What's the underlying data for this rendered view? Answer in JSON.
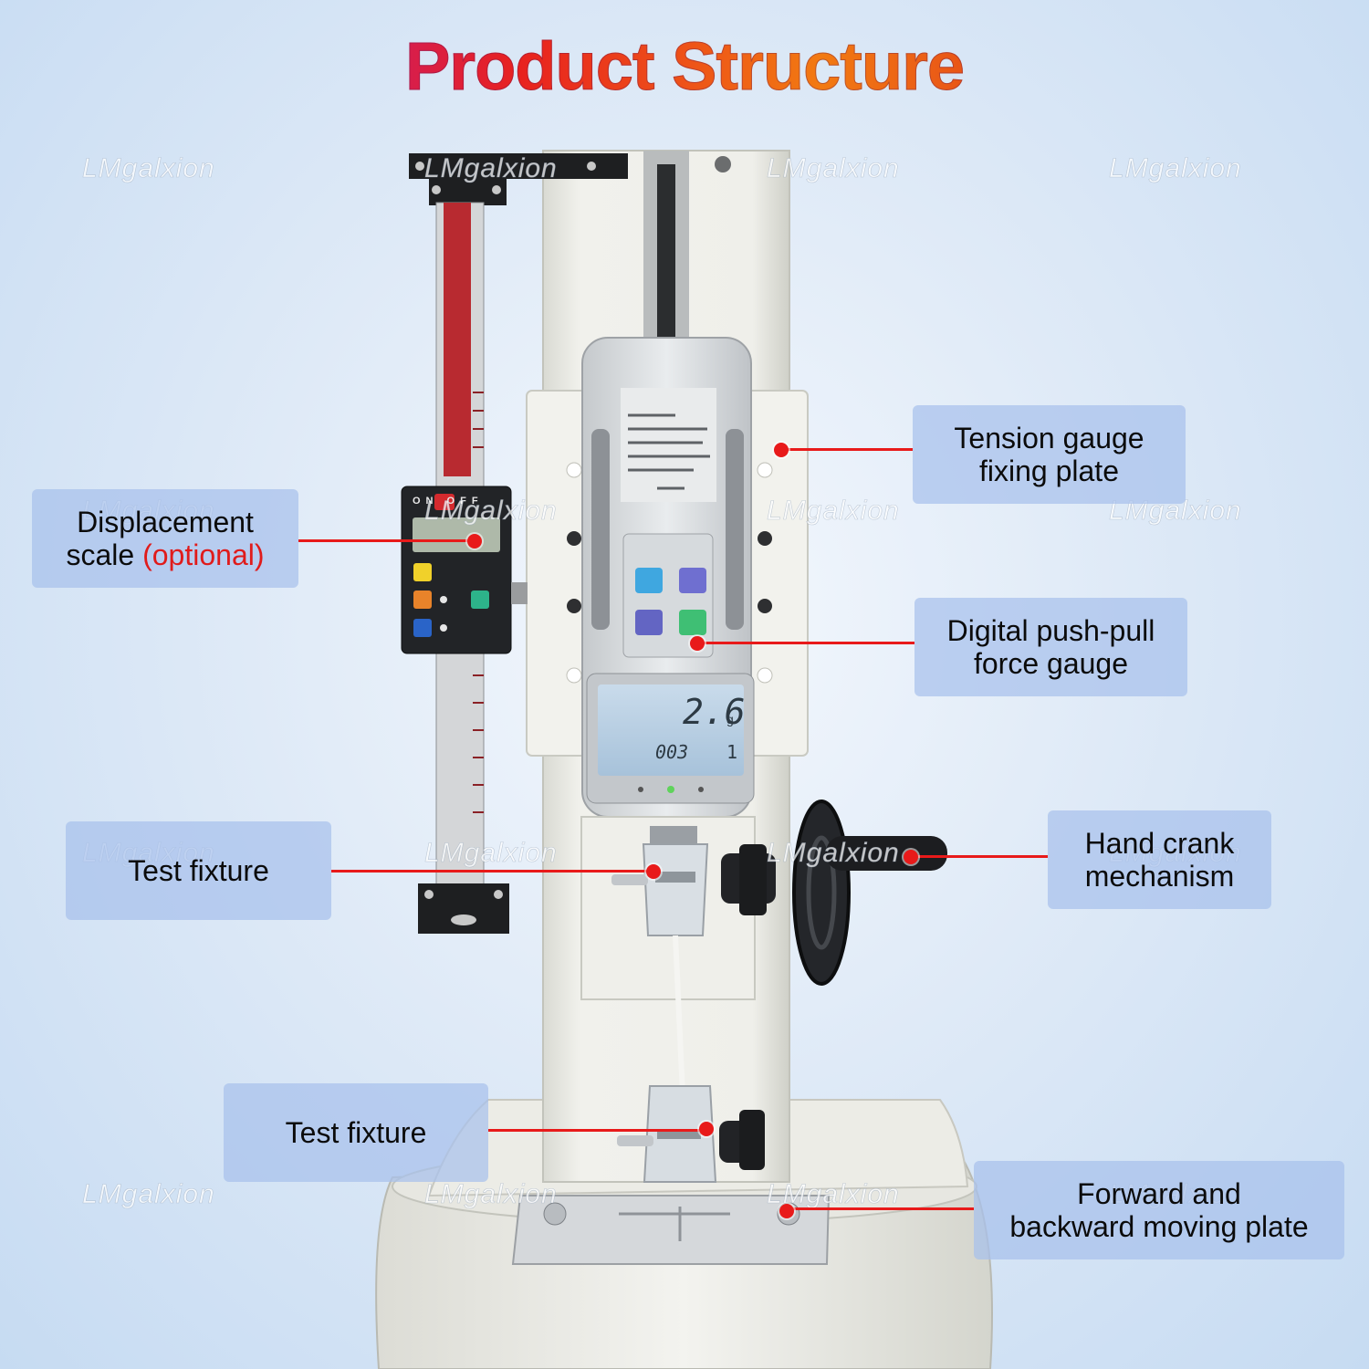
{
  "title": "Product Structure",
  "watermark": "LMgalxion",
  "gauge_display": {
    "reading": "2.6",
    "unit": "g",
    "count": "003",
    "channel": "1"
  },
  "scale_display": {
    "on_off": "ON OFF"
  },
  "labels": {
    "displacement_scale": {
      "line1": "Displacement",
      "line2": "scale",
      "optional": "(optional)"
    },
    "tension_plate": {
      "line1": "Tension gauge",
      "line2": "fixing plate"
    },
    "push_pull_gauge": {
      "line1": "Digital push-pull",
      "line2": "force gauge"
    },
    "test_fixture_upper": {
      "line1": "Test fixture"
    },
    "hand_crank": {
      "line1": "Hand crank",
      "line2": "mechanism"
    },
    "test_fixture_lower": {
      "line1": "Test fixture"
    },
    "moving_plate": {
      "line1": "Forward and",
      "line2": "backward moving plate"
    }
  },
  "colors": {
    "callout_line": "#e81a1a",
    "label_bg": "#a8c0ec",
    "optional_text": "#e01b1b"
  }
}
